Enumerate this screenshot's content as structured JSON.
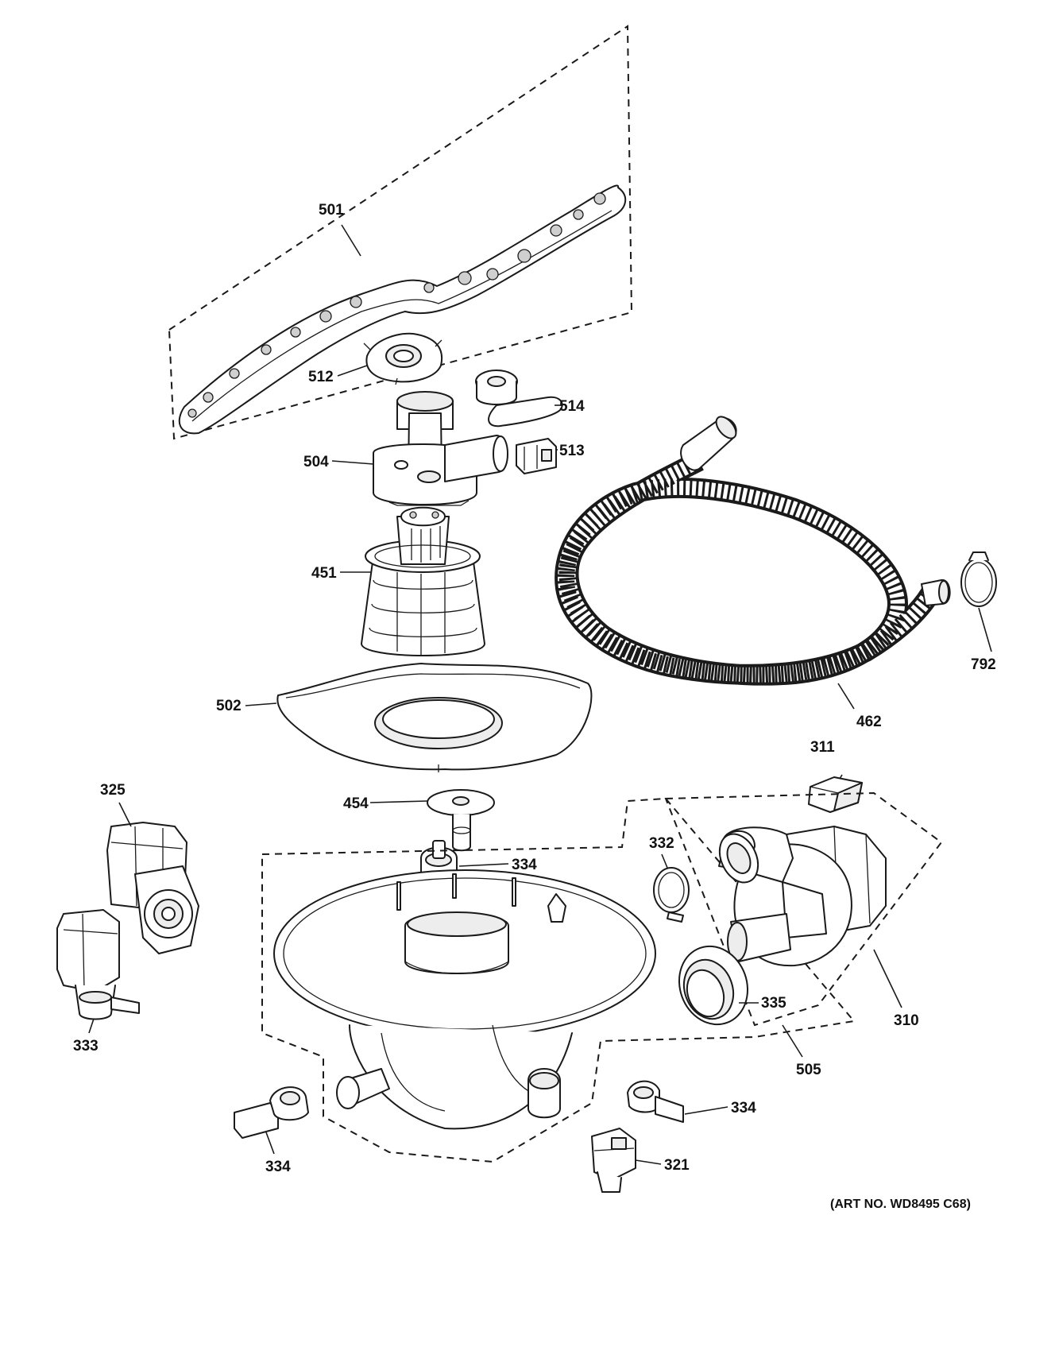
{
  "callouts": {
    "p501": "501",
    "p512": "512",
    "p514": "514",
    "p513": "513",
    "p504": "504",
    "p451": "451",
    "p502": "502",
    "p792": "792",
    "p462": "462",
    "p311": "311",
    "p325": "325",
    "p454": "454",
    "p334a": "334",
    "p332": "332",
    "p333": "333",
    "p335": "335",
    "p310": "310",
    "p505": "505",
    "p334b": "334",
    "p334c": "334",
    "p321": "321"
  },
  "art_number": "(ART NO. WD8495 C68)"
}
